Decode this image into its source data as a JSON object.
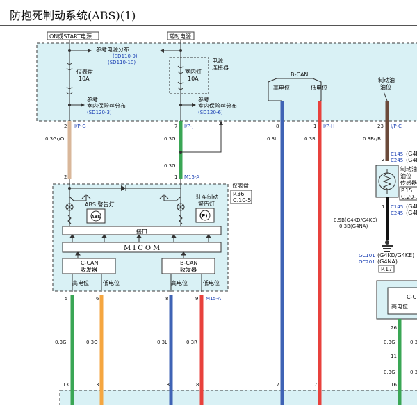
{
  "title": "防抱死制动系统(ABS)(1)",
  "colors": {
    "panel": "#d9f1f5",
    "panel_border": "#3a3a3a",
    "wire_tan": "#d9b79a",
    "wire_green": "#3aa655",
    "wire_blue": "#3f63b5",
    "wire_red": "#e8413c",
    "wire_orange": "#f5a640",
    "wire_brown": "#6b4a3a",
    "ref_text": "#1a3fb3"
  },
  "power": {
    "on_start_label": "ON或START电源",
    "always_label": "常时电源",
    "ref_power_dist": "参考电源分布",
    "ref_power_codes": "(SD110-9)\n(SD110-10)",
    "cluster_fuse_label": "仪表盘",
    "cluster_fuse_rating": "10A",
    "ref_fuse_label_1": "参考",
    "ref_fuse_label_2": "室内保险丝分布",
    "ref_fuse_code_1": "(SD120-3)",
    "room_lamp_label": "室内灯",
    "room_lamp_rating": "10A",
    "connector_label_1": "电源",
    "connector_label_2": "连接器",
    "ref_fuse2_label": "参考",
    "ref_fuse2_label_2": "室内保险丝分布",
    "ref_fuse_code_2": "(SD120-6)",
    "bcan_label": "B-CAN",
    "bcan_high": "高电位",
    "bcan_low": "低电位",
    "brake_fluid_label_1": "制动油",
    "brake_fluid_label_2": "油位"
  },
  "connectors": {
    "ip_g": "I/P-G",
    "ip_j": "I/P-J",
    "ip_h": "I/P-H",
    "ip_c": "I/P-C",
    "m15a": "M15-A",
    "m15a_2": "M15-A"
  },
  "pins": {
    "p2_top": "2",
    "p7_top": "7",
    "p8_top": "8",
    "p1_top": "1",
    "p23_top": "23",
    "p2_cluster": "2",
    "p1_cluster": "1",
    "p5": "5",
    "p6": "6",
    "p8": "8",
    "p9": "9",
    "p13": "13",
    "p3": "3",
    "p18": "18",
    "p8b": "8",
    "p17": "17",
    "p7b": "7",
    "p16": "16",
    "p2_sensor": "2",
    "p1_sensor": "1",
    "p26": "26",
    "p11": "11"
  },
  "wires": {
    "w_tan": "0.3Gr/O",
    "w_green_a": "0.3G",
    "w_green_b": "0.3G",
    "w_blue_top": "0.3L",
    "w_red_top": "0.3R",
    "w_brown": "0.3Br/B",
    "w_green_bot": "0.3G",
    "w_orange_bot": "0.3O",
    "w_blue_bot": "0.3L",
    "w_red_bot": "0.3R",
    "w_ground_1": "0.5B(G4KD/G4KE)",
    "w_ground_2": "0.3B(G4NA)",
    "w_right_g1": "0.3G",
    "w_right_g2": "0.3G",
    "w_right_3a": "0.3",
    "w_right_3b": "0.3"
  },
  "cluster": {
    "label": "仪表盘",
    "page_ref_1": "P.36",
    "page_ref_2": "C.10-5",
    "abs_lamp": "ABS 警告灯",
    "parking_lamp_1": "驻车制动",
    "parking_lamp_2": "警告灯",
    "interface": "接口",
    "micom": "MICOM",
    "ccan_1": "C-CAN",
    "ccan_2": "收发器",
    "bcan_1": "B-CAN",
    "bcan_2": "收发器",
    "ccan_high": "高电位",
    "ccan_low": "低电位",
    "bcan_high": "高电位",
    "bcan_low": "低电位",
    "abs_icon_text": "ABS",
    "parking_icon_text": "(P)"
  },
  "sensor": {
    "c145_top": "C145",
    "c245_top": "C245",
    "model_top_1": "(G4K",
    "model_top_2": "(G4N",
    "name_1": "制动油",
    "name_2": "油位",
    "name_3": "传感器",
    "page_1": "P.15",
    "page_2": "C.20-1",
    "c145_bot": "C145",
    "c245_bot": "C245",
    "model_bot_1": "(G4K",
    "model_bot_2": "(G4N"
  },
  "ground": {
    "gc101": "GC101",
    "gc201": "GC201",
    "model_1": "(G4KD/G4KE)",
    "model_2": "(G4NA)",
    "page": "P.17"
  },
  "right_module": {
    "ccan": "C-C",
    "high": "高电位"
  }
}
